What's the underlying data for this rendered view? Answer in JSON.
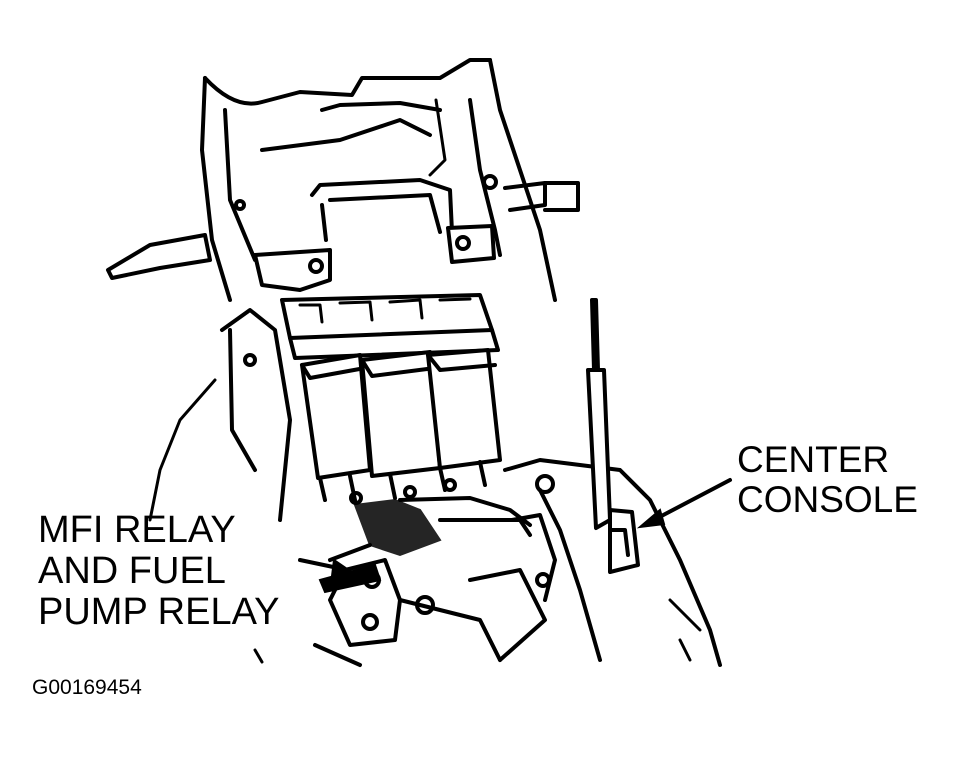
{
  "labels": {
    "center_console": [
      "CENTER",
      "CONSOLE"
    ],
    "relays": [
      "MFI RELAY",
      "AND FUEL",
      "PUMP RELAY"
    ]
  },
  "figure_id": "G00169454"
}
